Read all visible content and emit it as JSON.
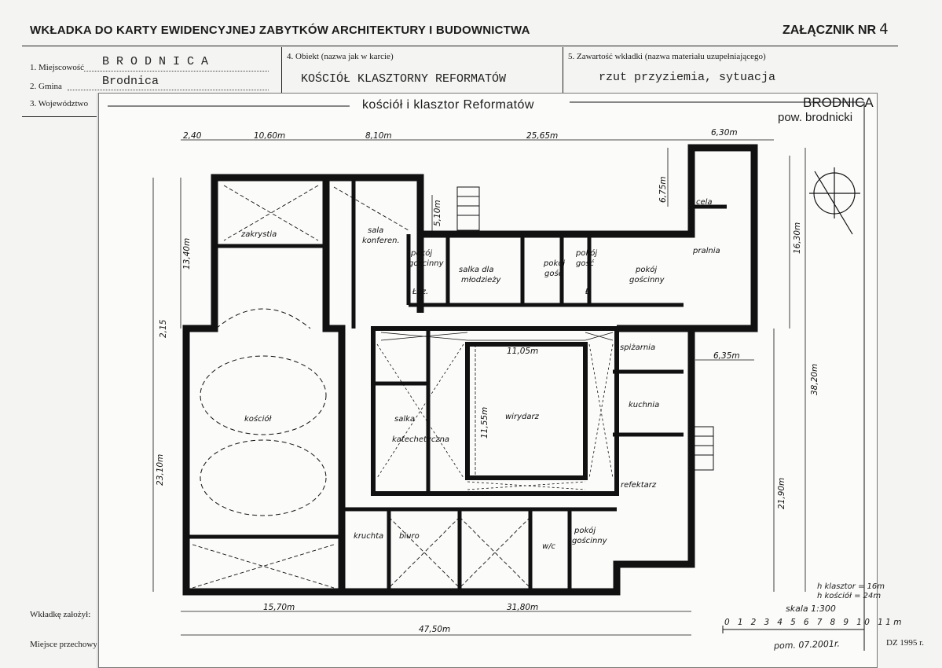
{
  "header": {
    "title": "WKŁADKA DO KARTY EWIDENCYJNEJ ZABYTKÓW ARCHITEKTURY I BUDOWNICTWA",
    "annex_label": "ZAŁĄCZNIK NR",
    "annex_number": "4"
  },
  "form": {
    "field1_label": "1. Miejscowość",
    "field1_value": "B R O D N I C A",
    "field2_label": "2. Gmina",
    "field2_value": "Brodnica",
    "field3_label": "3. Województwo",
    "field4_label": "4. Obiekt (nazwa jak w karcie)",
    "field4_value": "KOŚCIÓŁ KLASZTORNY REFORMATÓW",
    "field5_label": "5. Zawartość wkładki (nazwa materiału uzupełniającego)",
    "field5_value": "rzut przyziemia, sytuacja"
  },
  "footer": {
    "founded_label": "Wkładkę założył:",
    "storage_label": "Miejsce przechowy",
    "form_code": "DZ 1995 r."
  },
  "plan": {
    "title": "kościół i klasztor Reformatów",
    "town": "BRODNICA",
    "county": "pow. brodnicki",
    "dims_top": [
      "2,40",
      "10,60m",
      "8,10m",
      "25,65m",
      "6,30m"
    ],
    "dims_bottom": [
      "15,70m",
      "31,80m",
      "47,50m"
    ],
    "dims_left": [
      "13,40m",
      "2,15",
      "23,10m"
    ],
    "dims_right": [
      "6,75m",
      "16,30m",
      "38,20m",
      "21,90m",
      "6,35m"
    ],
    "dims_inner": [
      "11,05m",
      "11,55m",
      "5,10m"
    ],
    "rooms": {
      "zakrystia": "zakrystia",
      "sala_konf": [
        "sala",
        "konferen."
      ],
      "pokoj_goscinny_1": [
        "pokój",
        "gościnny"
      ],
      "salka_mlodziezy": [
        "salka dla",
        "młodzieży"
      ],
      "pokoj_gosc_2": [
        "pokój",
        "gość"
      ],
      "pokoj_gosc_3": [
        "pokój",
        "gość"
      ],
      "pokoj_goscinny_4": [
        "pokój",
        "gościnny"
      ],
      "cela": "cela",
      "pralnia": "pralnia",
      "spizarnia": "spiżarnia",
      "kuchnia": "kuchnia",
      "refektarz": "refektarz",
      "kosciol": "kościół",
      "salka_katech": [
        "salka",
        "katechetyczna"
      ],
      "wirydarz": "wirydarz",
      "kruchta": "kruchta",
      "biuro": "biuro",
      "wc": "w/c",
      "pokoj_goscinny_5": [
        "pokój",
        "gościnny"
      ],
      "laz_1": "Łaz.",
      "laz_2": "Ł."
    },
    "height_klasztor": "h klasztor = 16m",
    "height_kosciol": "h kościół = 24m",
    "scale": "skala 1:300",
    "scale_ticks": "0 1 2 3 4 5 6 7 8 9 10 11m",
    "signature": "pom. 07.2001r."
  }
}
